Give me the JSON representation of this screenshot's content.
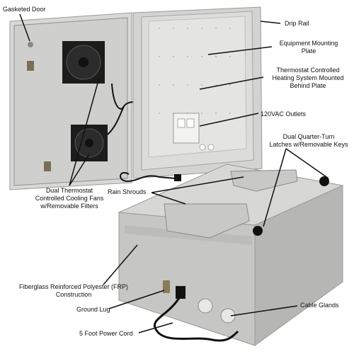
{
  "callouts": {
    "gasketed_door": "Gasketed Door",
    "drip_rail": "Drip Rail",
    "equipment_mounting_plate": [
      "Equipment Mounting",
      "Plate"
    ],
    "thermostat_heating": [
      "Thermostat Controlled",
      "Heating System Mounted",
      "Behind Plate"
    ],
    "outlets": "120VAC Outlets",
    "latches": [
      "Dual Quarter-Turn",
      "Latches w/Removable Keys"
    ],
    "rain_shrouds": "Rain Shrouds",
    "cooling_fans": [
      "Dual Thermostat",
      "Controlled Cooling Fans",
      "w/Removable Filters"
    ],
    "frp": [
      "Fiberglass Reinforced Polyester (FRP)",
      "Construction"
    ],
    "ground_lug": "Ground Lug",
    "cable_glands": "Cable Glands",
    "power_cord": "5 Foot Power Cord"
  },
  "colors": {
    "enclosure": "#d6d6d4",
    "enclosure_dark": "#b9b9b7",
    "fan": "#1c1c1c",
    "cable": "#111111"
  }
}
